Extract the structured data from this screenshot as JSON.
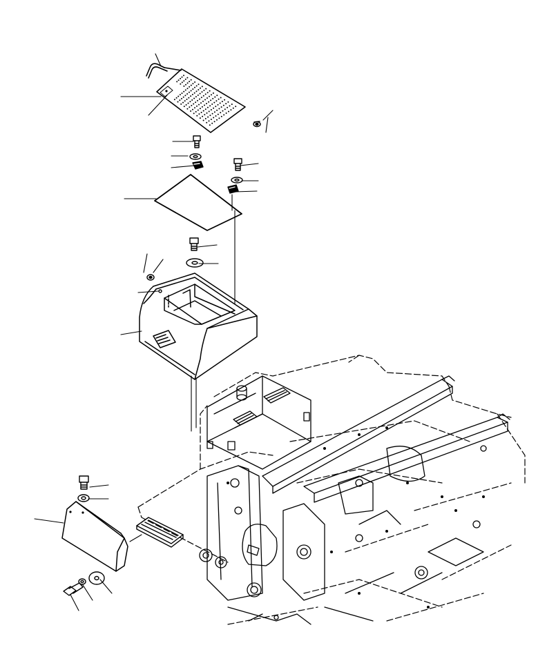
{
  "diagram": {
    "kind": "exploded parts illustration",
    "colors": {
      "line": "#000000",
      "background": "#ffffff"
    },
    "labels": []
  },
  "parts": [
    "perforated-cover-plate",
    "rod",
    "grommet",
    "bolt",
    "washer",
    "clip-nut",
    "gasket",
    "storage-box",
    "lower-cover",
    "step",
    "upper-frame"
  ]
}
